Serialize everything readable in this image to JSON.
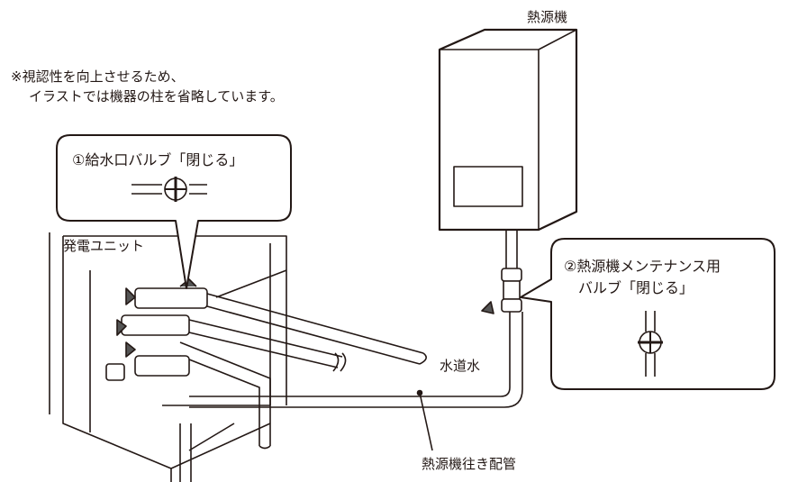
{
  "heater_label": "熱源機",
  "note": {
    "line1": "※視認性を向上させるため、",
    "line2": "イラストでは機器の柱を省略しています。"
  },
  "callout1": {
    "label": "①給水口バルブ「閉じる」"
  },
  "unit_label": "発電ユニット",
  "callout2": {
    "line1": "②熱源機メンテナンス用",
    "line2": "バルブ「閉じる」"
  },
  "water_label": "水道水",
  "pipe_label": "熱源機往き配管",
  "colors": {
    "line": "#231815",
    "fill": "#ffffff",
    "shade": "#e6e6e6"
  }
}
